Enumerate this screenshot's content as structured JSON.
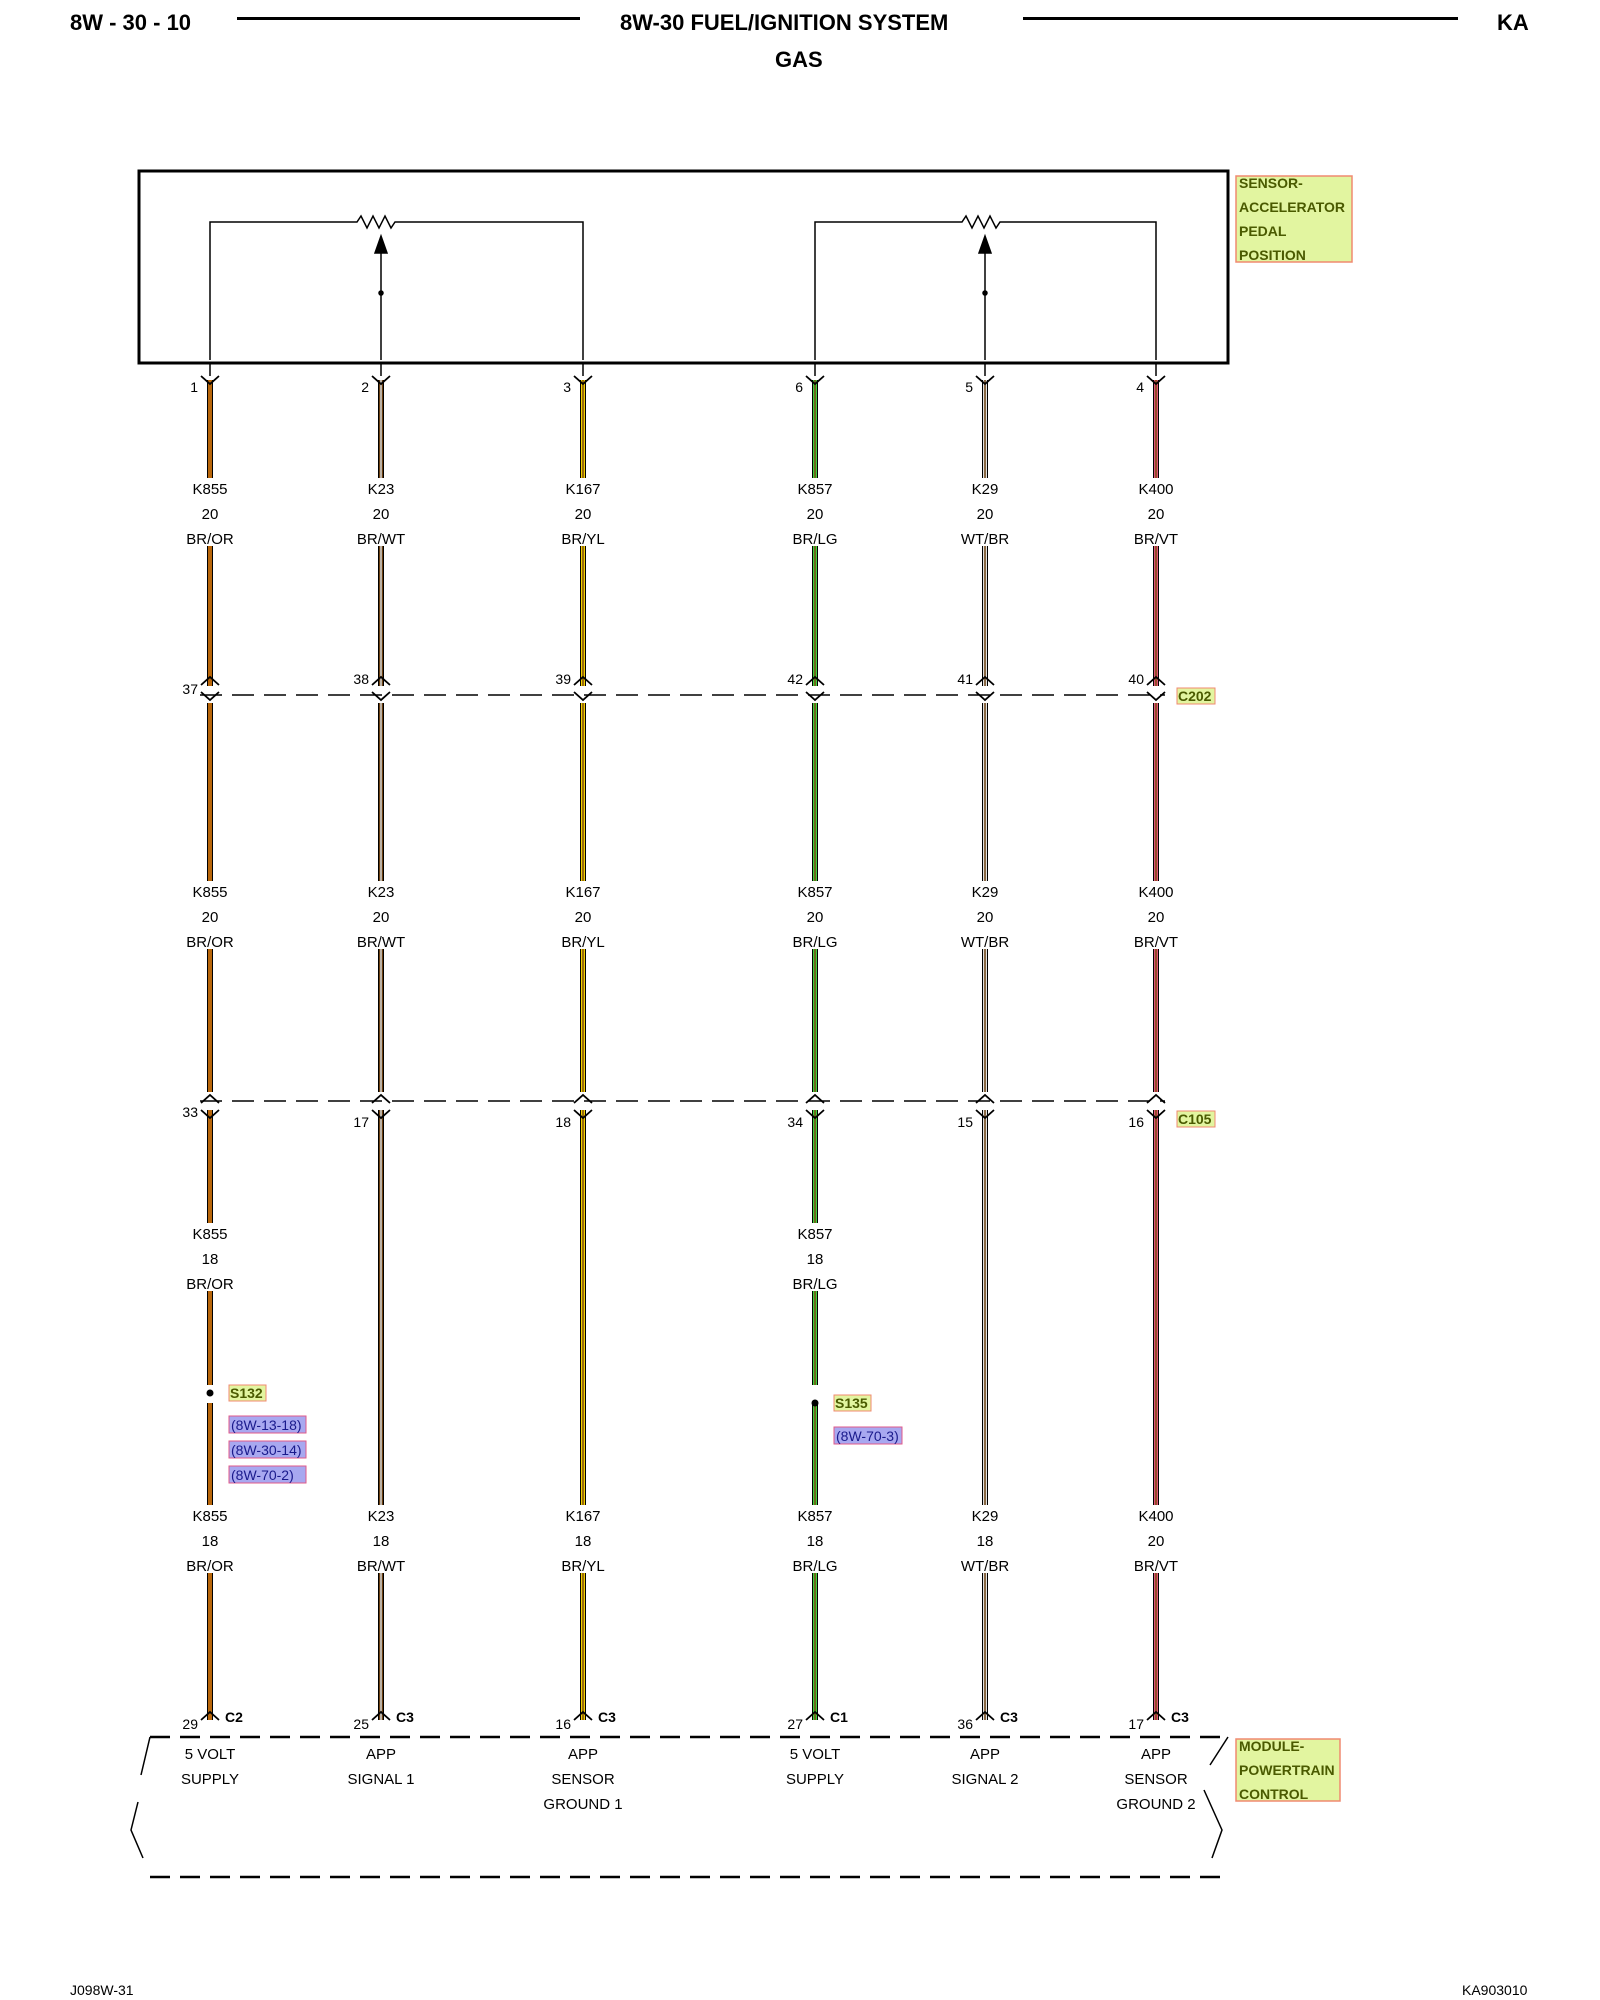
{
  "header": {
    "page_number": "8W - 30 - 10",
    "title": "8W-30 FUEL/IGNITION SYSTEM",
    "subtitle": "GAS",
    "model_code": "KA"
  },
  "footer": {
    "left_code": "J098W-31",
    "right_code": "KA903010"
  },
  "components": {
    "sensor": {
      "lines": [
        "SENSOR-",
        "ACCELERATOR",
        "PEDAL",
        "POSITION"
      ]
    },
    "module": {
      "lines": [
        "MODULE-",
        "POWERTRAIN",
        "CONTROL"
      ]
    }
  },
  "connectors": {
    "c202": "C202",
    "c105": "C105"
  },
  "splices": [
    {
      "id": "S132",
      "refs": [
        "(8W-13-18)",
        "(8W-30-14)",
        "(8W-70-2)"
      ]
    },
    {
      "id": "S135",
      "refs": [
        "(8W-70-3)"
      ]
    }
  ],
  "wires": [
    {
      "sensor_pin": "1",
      "base": "#b8660a",
      "tracer": "#b8660a",
      "seg1": {
        "circuit": "K855",
        "gauge": "20",
        "color": "BR/OR"
      },
      "c202_pin": "37",
      "seg2": {
        "circuit": "K855",
        "gauge": "20",
        "color": "BR/OR"
      },
      "c105_pin": "33",
      "seg3": {
        "circuit": "K855",
        "gauge": "18",
        "color": "BR/OR"
      },
      "seg4": {
        "circuit": "K855",
        "gauge": "18",
        "color": "BR/OR"
      },
      "pcm_pin": "29",
      "pcm_conn": "C2",
      "function": [
        "5 VOLT",
        "SUPPLY"
      ]
    },
    {
      "sensor_pin": "2",
      "base": "#6b3f10",
      "tracer": "#d8d8d8",
      "seg1": {
        "circuit": "K23",
        "gauge": "20",
        "color": "BR/WT"
      },
      "c202_pin": "38",
      "seg2": {
        "circuit": "K23",
        "gauge": "20",
        "color": "BR/WT"
      },
      "c105_pin": "17",
      "seg4": {
        "circuit": "K23",
        "gauge": "18",
        "color": "BR/WT"
      },
      "pcm_pin": "25",
      "pcm_conn": "C3",
      "function": [
        "APP",
        "SIGNAL 1"
      ]
    },
    {
      "sensor_pin": "3",
      "base": "#f2d000",
      "tracer": "#7a4a10",
      "seg1": {
        "circuit": "K167",
        "gauge": "20",
        "color": "BR/YL"
      },
      "c202_pin": "39",
      "seg2": {
        "circuit": "K167",
        "gauge": "20",
        "color": "BR/YL"
      },
      "c105_pin": "18",
      "seg4": {
        "circuit": "K167",
        "gauge": "18",
        "color": "BR/YL"
      },
      "pcm_pin": "16",
      "pcm_conn": "C3",
      "function": [
        "APP",
        "SENSOR",
        "GROUND 1"
      ]
    },
    {
      "sensor_pin": "6",
      "base": "#3fcf3f",
      "tracer": "#7a4a10",
      "seg1": {
        "circuit": "K857",
        "gauge": "20",
        "color": "BR/LG"
      },
      "c202_pin": "42",
      "seg2": {
        "circuit": "K857",
        "gauge": "20",
        "color": "BR/LG"
      },
      "c105_pin": "34",
      "seg3": {
        "circuit": "K857",
        "gauge": "18",
        "color": "BR/LG"
      },
      "seg4": {
        "circuit": "K857",
        "gauge": "18",
        "color": "BR/LG"
      },
      "pcm_pin": "27",
      "pcm_conn": "C1",
      "function": [
        "5 VOLT",
        "SUPPLY"
      ]
    },
    {
      "sensor_pin": "5",
      "base": "#e2e2e2",
      "tracer": "#6b3f10",
      "seg1": {
        "circuit": "K29",
        "gauge": "20",
        "color": "WT/BR"
      },
      "c202_pin": "41",
      "seg2": {
        "circuit": "K29",
        "gauge": "20",
        "color": "WT/BR"
      },
      "c105_pin": "15",
      "seg4": {
        "circuit": "K29",
        "gauge": "18",
        "color": "WT/BR"
      },
      "pcm_pin": "36",
      "pcm_conn": "C3",
      "function": [
        "APP",
        "SIGNAL 2"
      ]
    },
    {
      "sensor_pin": "4",
      "base": "#e0567a",
      "tracer": "#7a4a10",
      "seg1": {
        "circuit": "K400",
        "gauge": "20",
        "color": "BR/VT"
      },
      "c202_pin": "40",
      "seg2": {
        "circuit": "K400",
        "gauge": "20",
        "color": "BR/VT"
      },
      "c105_pin": "16",
      "seg4": {
        "circuit": "K400",
        "gauge": "20",
        "color": "BR/VT"
      },
      "pcm_pin": "17",
      "pcm_conn": "C3",
      "function": [
        "APP",
        "SENSOR",
        "GROUND 2"
      ]
    }
  ],
  "colors": {
    "component_tag_fill": "#e2f5a0",
    "component_tag_border": "#f08a70",
    "ref_fill": "#a8a8f0",
    "ref_border": "#e05a8a"
  }
}
